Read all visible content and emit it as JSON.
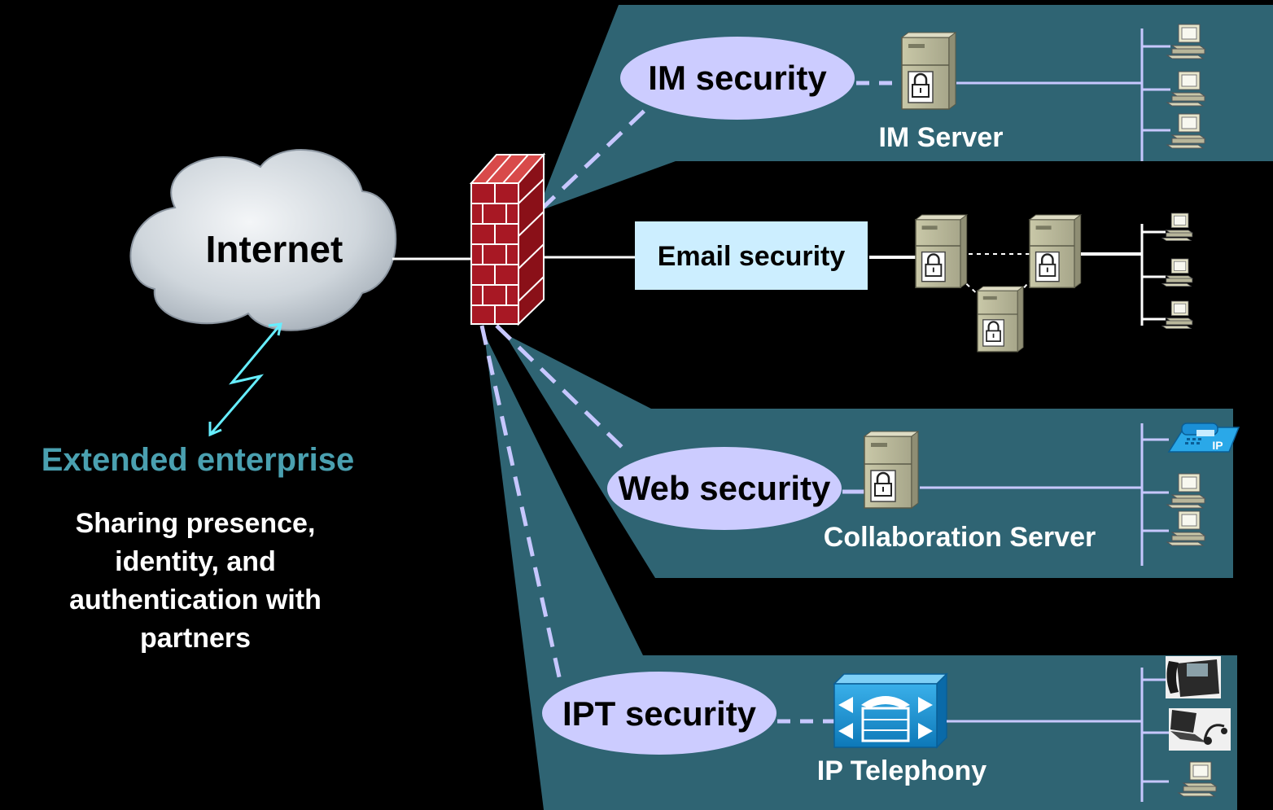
{
  "internet": {
    "label": "Internet"
  },
  "extended": {
    "title": "Extended enterprise",
    "desc": [
      "Sharing presence,",
      "identity, and",
      "authentication with",
      "partners"
    ]
  },
  "im": {
    "security_label": "IM security",
    "server_label": "IM Server"
  },
  "email": {
    "security_label": "Email security"
  },
  "web": {
    "security_label": "Web security",
    "server_label": "Collaboration Server"
  },
  "ipt": {
    "security_label": "IPT security",
    "server_label": "IP Telephony"
  },
  "phone_badge": "IP",
  "colors": {
    "background": "#000000",
    "zone": "#2f6473",
    "ellipse": "#ccccff",
    "email_box": "#cceeff",
    "dashed_link": "#c7c7ff",
    "lan_line": "#c7c7ff",
    "extended_text": "#4aa0b0",
    "lightning": "#66eeff",
    "firewall_brick": "#a81824",
    "ip_telephony": "#1a8fd0"
  }
}
